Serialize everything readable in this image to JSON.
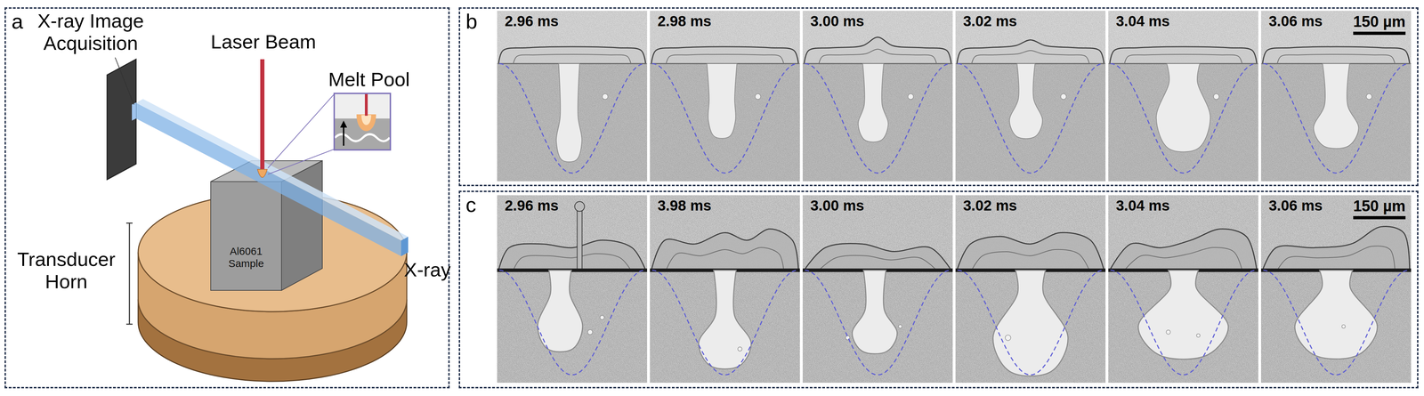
{
  "diagram": {
    "nodes": [
      {
        "text": [
          "a"
        ]
      },
      {
        "text": [
          "Al6061 Sample"
        ],
        "in": 0
      },
      {
        "text": [
          "b"
        ]
      },
      {
        "text": [
          "2.96 ms"
        ],
        "in": 2
      },
      {
        "text": [
          "2.98 ms"
        ],
        "in": 2
      },
      {
        "text": [
          "3.00 ms"
        ],
        "in": 2
      },
      {
        "text": [
          "3.02 ms"
        ],
        "in": 2
      },
      {
        "text": [
          "3.04 ms"
        ],
        "in": 2
      },
      {
        "text": [
          "3.06 ms",
          "150 µm"
        ],
        "in": 2
      },
      {
        "text": [
          "c"
        ]
      },
      {
        "text": [
          "2.96 ms"
        ],
        "in": 9
      },
      {
        "text": [
          "3.98 ms"
        ],
        "in": 9
      },
      {
        "text": [
          "3.00 ms"
        ],
        "in": 9
      },
      {
        "text": [
          "3.02 ms"
        ],
        "in": 9
      },
      {
        "text": [
          "3.04 ms"
        ],
        "in": 9
      },
      {
        "text": [
          "3.06 ms",
          "150 µm"
        ],
        "in": 9
      }
    ],
    "labels": [
      "X-ray Image Acquisition",
      "Laser Beam",
      "Melt Pool",
      "Transducer Horn",
      "X-ray"
    ]
  }
}
